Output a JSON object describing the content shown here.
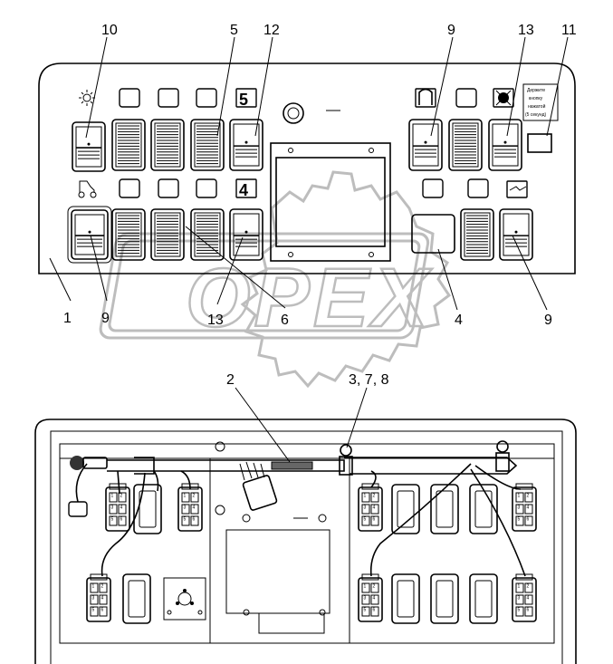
{
  "callouts": {
    "c10": "10",
    "c5": "5",
    "c12": "12",
    "c9a": "9",
    "c13a": "13",
    "c11": "11",
    "c1": "1",
    "c9b": "9",
    "c13b": "13",
    "c6": "6",
    "c4": "4",
    "c9c": "9",
    "c2": "2",
    "c378": "3, 7, 8"
  },
  "panel_digits": {
    "d5": "5",
    "d4": "4"
  },
  "label_plate": {
    "line1": "Держите",
    "line2": "кнопку",
    "line3": "нажатой",
    "line4": "(5 секунд)"
  },
  "watermark": {
    "text": "OPEX"
  },
  "connector_pins": [
    "1",
    "2",
    "3",
    "4",
    "5",
    "6"
  ],
  "icons": [
    "light-icon",
    "hazard-seat-icon",
    "tractor-icon",
    "lift-icon",
    "beacon-icon",
    "connection-icon"
  ]
}
